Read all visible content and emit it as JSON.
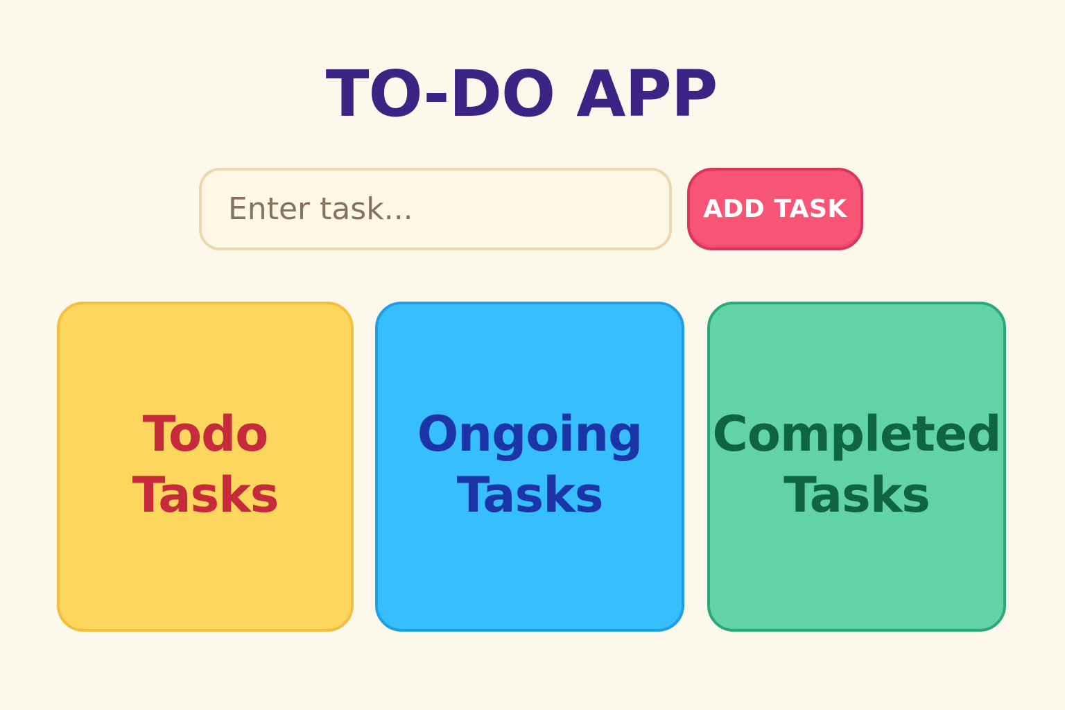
{
  "header": {
    "title": "TO-DO APP"
  },
  "task_form": {
    "placeholder": "Enter task...",
    "value": "",
    "add_button_label": "ADD TASK"
  },
  "columns": [
    {
      "line1": "Todo",
      "line2": "Tasks"
    },
    {
      "line1": "Ongoing",
      "line2": "Tasks"
    },
    {
      "line1": "Completed",
      "line2": "Tasks"
    }
  ],
  "colors": {
    "background": "#fdf8ec",
    "title": "#3b2484",
    "add_button": "#f75576",
    "todo_column": "#fdd65e",
    "todo_text": "#c52b3a",
    "ongoing_column": "#37bffd",
    "ongoing_text": "#1b34a8",
    "completed_column": "#61d3a7",
    "completed_text": "#0f6443"
  }
}
